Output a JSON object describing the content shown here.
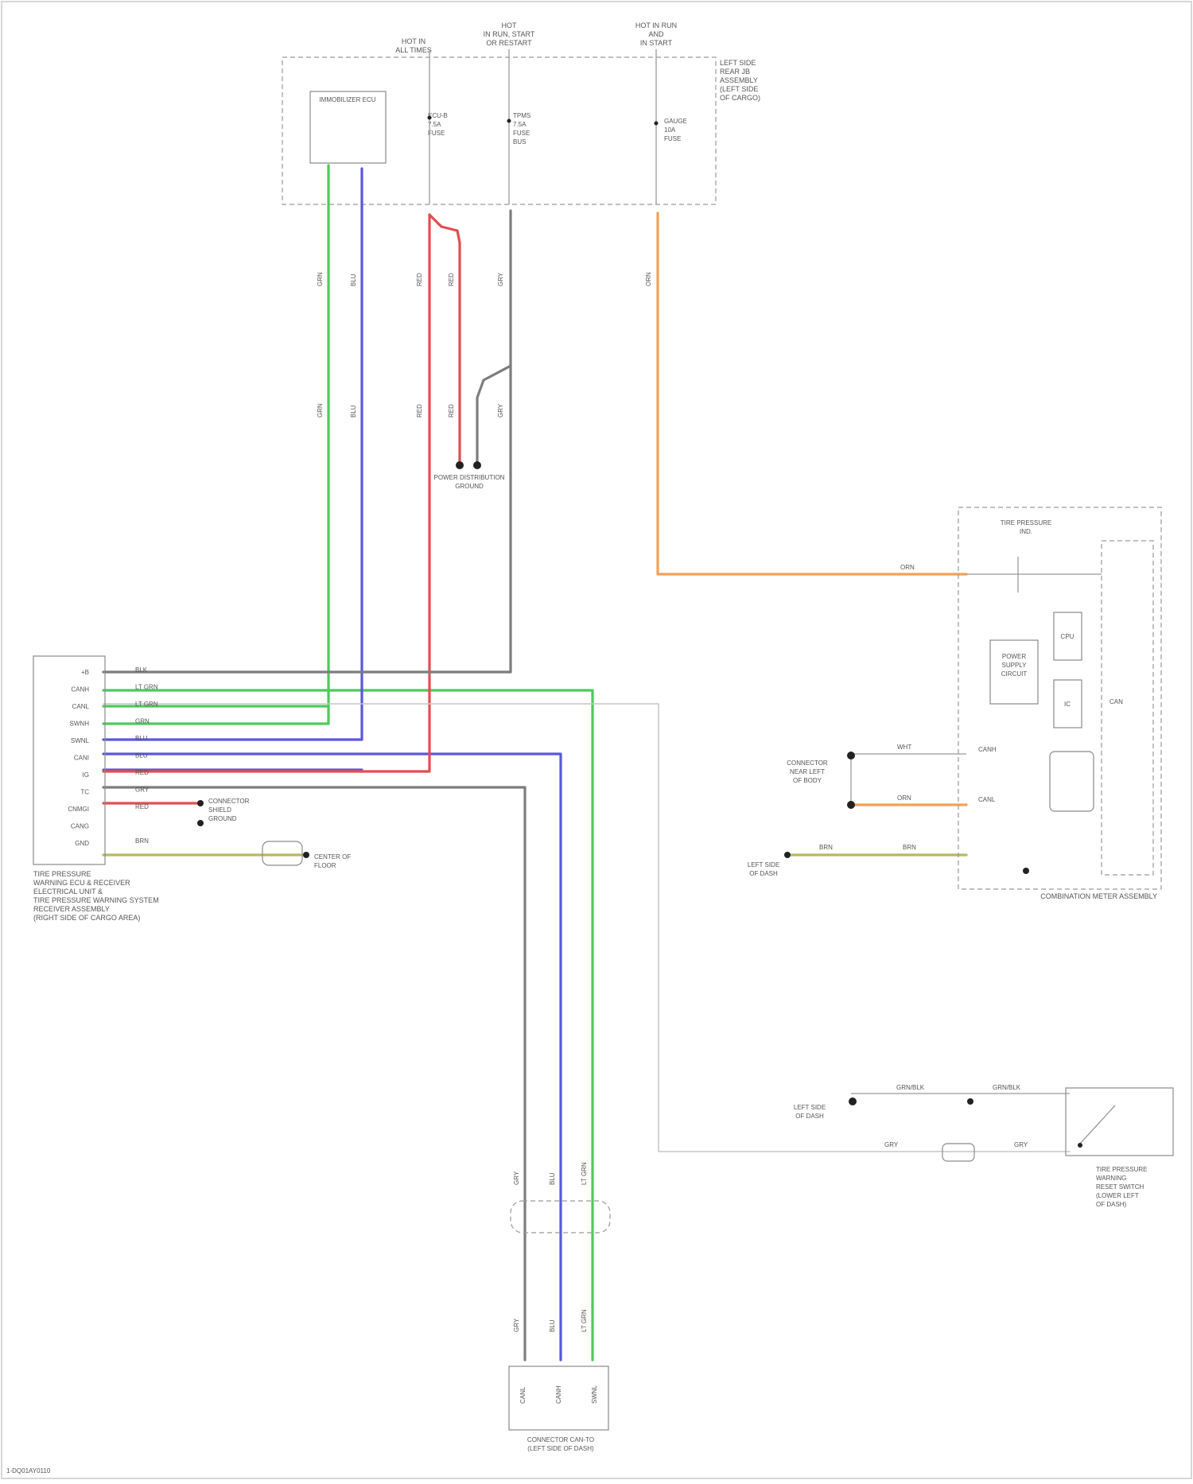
{
  "colors": {
    "green": "#4ec95a",
    "blue": "#5a57dc",
    "red": "#e14e52",
    "gray": "#7d7d7d",
    "orange": "#f5a055",
    "light_green": "#8fe28c",
    "olive": "#b8b860",
    "light_gray": "#c6c6c6"
  },
  "footer": {
    "code": "1-DQ01AY0110"
  },
  "top_module": {
    "feed_labels": [
      "HOT IN\nALL TIMES",
      "HOT\nIN RUN, START\nOR RESTART",
      "HOT IN RUN\nAND\nIN START"
    ],
    "name": "LEFT SIDE\nREAR JB\nASSEMBLY\n(LEFT SIDE\nOF CARGO)",
    "inner_box": "IMMOBILIZER ECU",
    "fuses": [
      "ECU-B\n7.5A\nFUSE",
      "TPMS\n7.5A\nFUSE\nBUS",
      "GAUGE\n10A\nFUSE"
    ]
  },
  "ground_label": "POWER DISTRIBUTION\nGROUND",
  "tpms_ecu": {
    "name": "TIRE PRESSURE\nWARNING ECU & RECEIVER\nELECTRICAL UNIT &\nTIRE PRESSURE WARNING SYSTEM\nRECEIVER ASSEMBLY\n(RIGHT SIDE OF CARGO AREA)",
    "pins": [
      "+B",
      "CANH",
      "CANL",
      "SWNH",
      "SWNL",
      "CANI",
      "IG",
      "TC",
      "CNMGI",
      "CANG",
      "GND"
    ],
    "wires": [
      "BLK",
      "LT GRN",
      "LT GRN",
      "GRN",
      "BLU",
      "BLU",
      "RED",
      "GRY",
      "RED",
      "",
      "BRN"
    ],
    "side_note": "CONNECTOR\nSHIELD\nGROUND",
    "ground_note": "CENTER OF\nFLOOR"
  },
  "combination_meter": {
    "name": "COMBINATION METER ASSEMBLY",
    "inner_label": "TIRE PRESSURE\nIND.",
    "blocks": [
      "POWER\nSUPPLY\nCIRCUIT",
      "CPU",
      "IC"
    ],
    "can_label": "CAN",
    "bus_labels": [
      "CANH",
      "CANL"
    ],
    "junction_label": "CONNECTOR\nNEAR LEFT\nOF BODY",
    "ground_label": "LEFT SIDE\nOF DASH"
  },
  "switch": {
    "name": "TIRE PRESSURE\nWARNING\nRESET SWITCH\n(LOWER LEFT\nOF DASH)",
    "ground_label": "LEFT SIDE\nOF DASH",
    "wires": [
      "GRN/BLK",
      "GRN/BLK",
      "GRY",
      "GRY"
    ]
  },
  "bottom_connector": {
    "name": "CONNECTOR CAN-TO\n(LEFT SIDE OF DASH)",
    "pins": [
      "CANL",
      "CANH",
      "SWNL"
    ],
    "wires": [
      "BLU",
      "BLU",
      "LT GRN"
    ]
  },
  "wire_tags": {
    "column_upper": [
      "GRN",
      "BLU",
      "RED",
      "RED",
      "GRY",
      "ORN"
    ],
    "column_lower": [
      "GRN",
      "BLU",
      "RED",
      "RED",
      "GRY"
    ],
    "bottom_upper": [
      "GRY",
      "BLU",
      "LT GRN"
    ],
    "bottom_lower": [
      "GRY",
      "BLU",
      "LT GRN"
    ],
    "meter_orange": "ORN",
    "meter_can": [
      "WHT",
      "ORN"
    ],
    "meter_ground": [
      "BRN",
      "BRN"
    ]
  }
}
